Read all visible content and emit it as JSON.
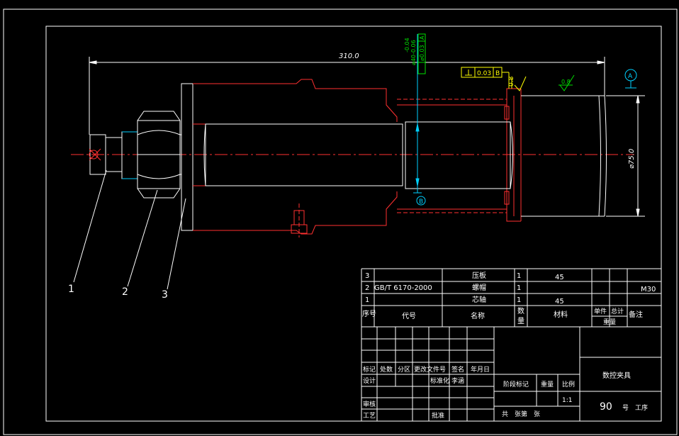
{
  "dimensions": {
    "overall_length": "310.0",
    "diameter": "⌀75.0",
    "bore_tolerance_upper": "-0.04",
    "bore_tolerance_lower": "⌀40-0.06",
    "runout": "⌀0.03",
    "runout_datum": "A",
    "perp_value": "0.03",
    "perp_datum": "B",
    "roughness_left": "0.8",
    "roughness_right": "0.8",
    "datum_a": "A",
    "datum_b": "B"
  },
  "balloons": [
    "1",
    "2",
    "3"
  ],
  "bom": {
    "rows": [
      {
        "no": "3",
        "code": "",
        "name": "压板",
        "qty": "1",
        "material": "45",
        "unit_w": "",
        "total_w": "",
        "remark": ""
      },
      {
        "no": "2",
        "code": "GB/T 6170-2000",
        "name": "螺帽",
        "qty": "1",
        "material": "",
        "unit_w": "",
        "total_w": "",
        "remark": "M30"
      },
      {
        "no": "1",
        "code": "",
        "name": "芯轴",
        "qty": "1",
        "material": "45",
        "unit_w": "",
        "total_w": "",
        "remark": ""
      }
    ],
    "header": {
      "no": "序号",
      "code": "代号",
      "name": "名称",
      "qty_top": "数",
      "qty_bottom": "量",
      "material": "材料",
      "unit_w": "单件",
      "total_w": "总计",
      "weight": "重量",
      "remark": "备注"
    }
  },
  "title_block": {
    "mark": "标记",
    "count": "处数",
    "zone": "分区",
    "change_doc": "更改文件号",
    "signature": "签名",
    "date": "年月日",
    "design": "设计",
    "standardize": "标准化",
    "standardizer": "李涵",
    "check": "审核",
    "process": "工艺",
    "approve": "批准",
    "stage_mark": "阶段标记",
    "weight": "重量",
    "scale": "比例",
    "scale_value": "1:1",
    "sheets": "共　张第　张",
    "product_name": "数控夹具",
    "drawing_no": "90",
    "drawing_no_suffix": "号　工序"
  }
}
